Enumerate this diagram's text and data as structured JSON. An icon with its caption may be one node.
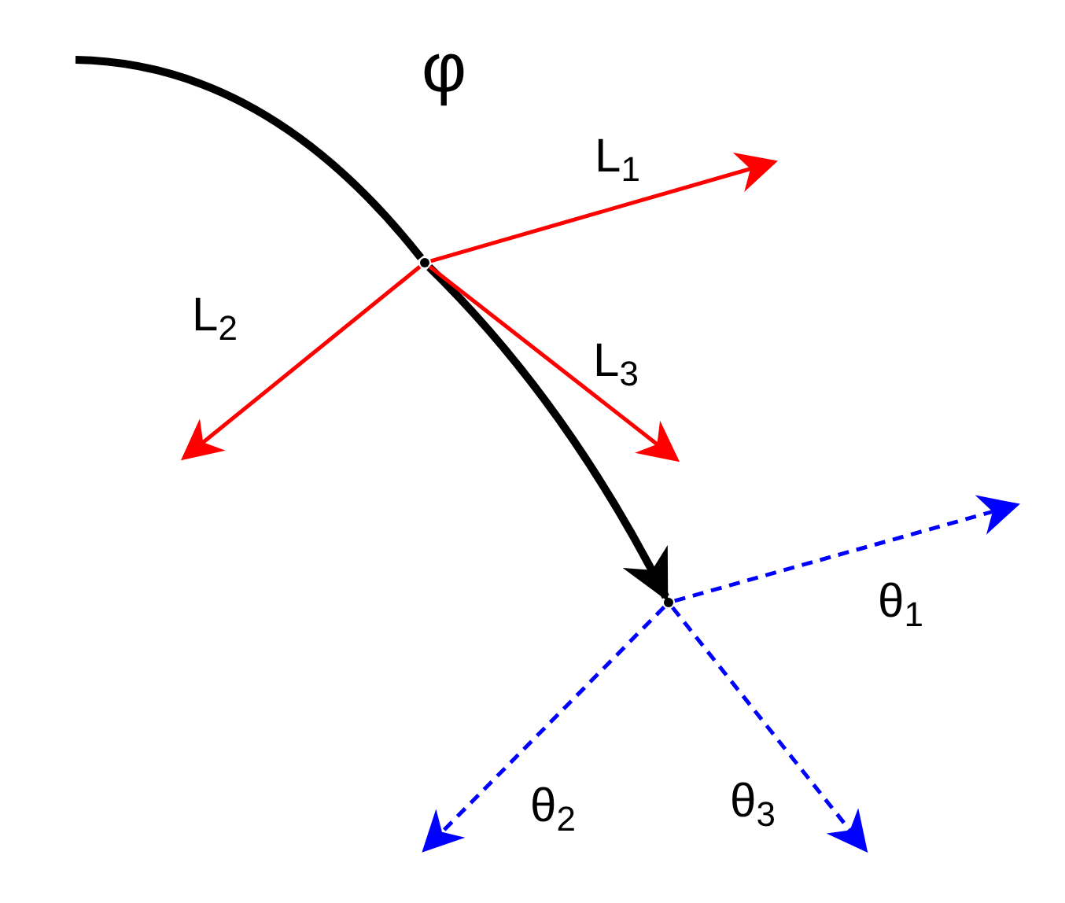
{
  "diagram": {
    "nodes": [
      {
        "text": [],
        "shape": "point"
      },
      {
        "text": [],
        "shape": "point"
      }
    ],
    "edges": [
      {
        "from": null,
        "to": 0,
        "arrow": "none",
        "style": "thick",
        "color": "#000000",
        "label": "φ"
      },
      {
        "from": 0,
        "to": 1,
        "arrow": "to",
        "style": "thick",
        "color": "#000000"
      },
      {
        "from": 0,
        "to": null,
        "arrow": "to",
        "color": "#ff0000",
        "label": "L$_{1}$"
      },
      {
        "from": 0,
        "to": null,
        "arrow": "to",
        "color": "#ff0000",
        "label": "L$_{2}$"
      },
      {
        "from": 0,
        "to": null,
        "arrow": "to",
        "color": "#ff0000",
        "label": "L$_{3}$"
      },
      {
        "from": 1,
        "to": null,
        "arrow": "to",
        "style": "dashed",
        "color": "#0000ff",
        "label": "θ$_{1}$"
      },
      {
        "from": 1,
        "to": null,
        "arrow": "to",
        "style": "dashed",
        "color": "#0000ff",
        "label": "θ$_{2}$"
      },
      {
        "from": 1,
        "to": null,
        "arrow": "to",
        "style": "dashed",
        "color": "#0000ff",
        "label": "θ$_{3}$"
      }
    ]
  }
}
